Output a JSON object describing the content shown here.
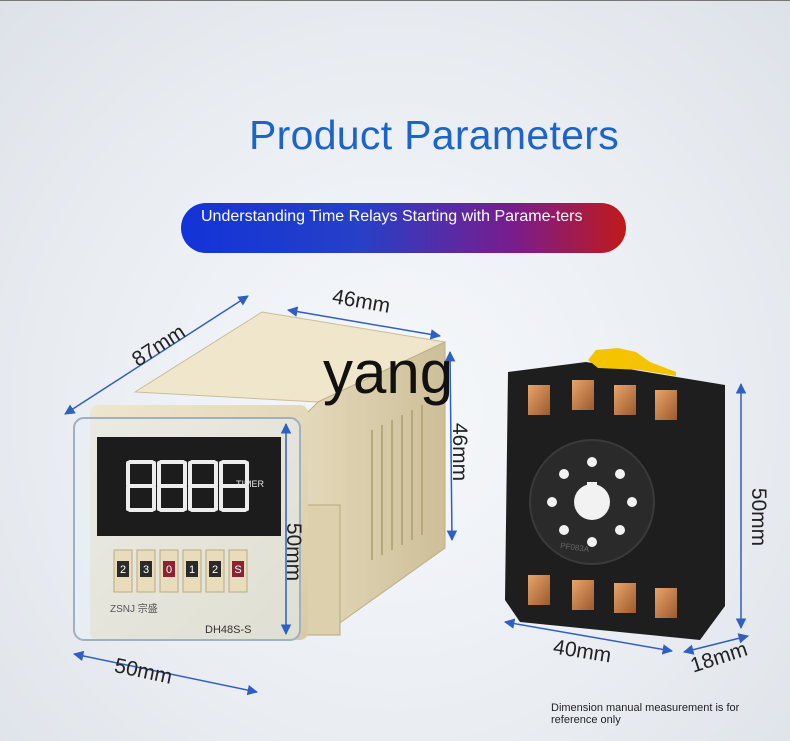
{
  "header": {
    "title": "Product Parameters",
    "banner": "Understanding Time Relays Starting with Parame-ters"
  },
  "dimensions": {
    "timer_depth": "87mm",
    "timer_top_width": "46mm",
    "timer_side_height": "46mm",
    "timer_front_height": "50mm",
    "timer_front_width": "50mm",
    "socket_height": "50mm",
    "socket_width": "40mm",
    "socket_depth": "18mm"
  },
  "timer": {
    "display": "8888",
    "display_label": "TIMER",
    "model": "DH48S-S",
    "brand": "ZSNJ 宗盛",
    "dial_digits": [
      "2",
      "3",
      "0",
      "1",
      "2",
      "S"
    ]
  },
  "socket": {
    "label": "PF083A"
  },
  "note": "Dimension manual measurement is for reference only",
  "watermark": "yang",
  "colors": {
    "title": "#1d64c8",
    "dimension_line": "#2f5fc0",
    "banner_start": "#1233d8",
    "banner_end": "#c01a1a"
  }
}
